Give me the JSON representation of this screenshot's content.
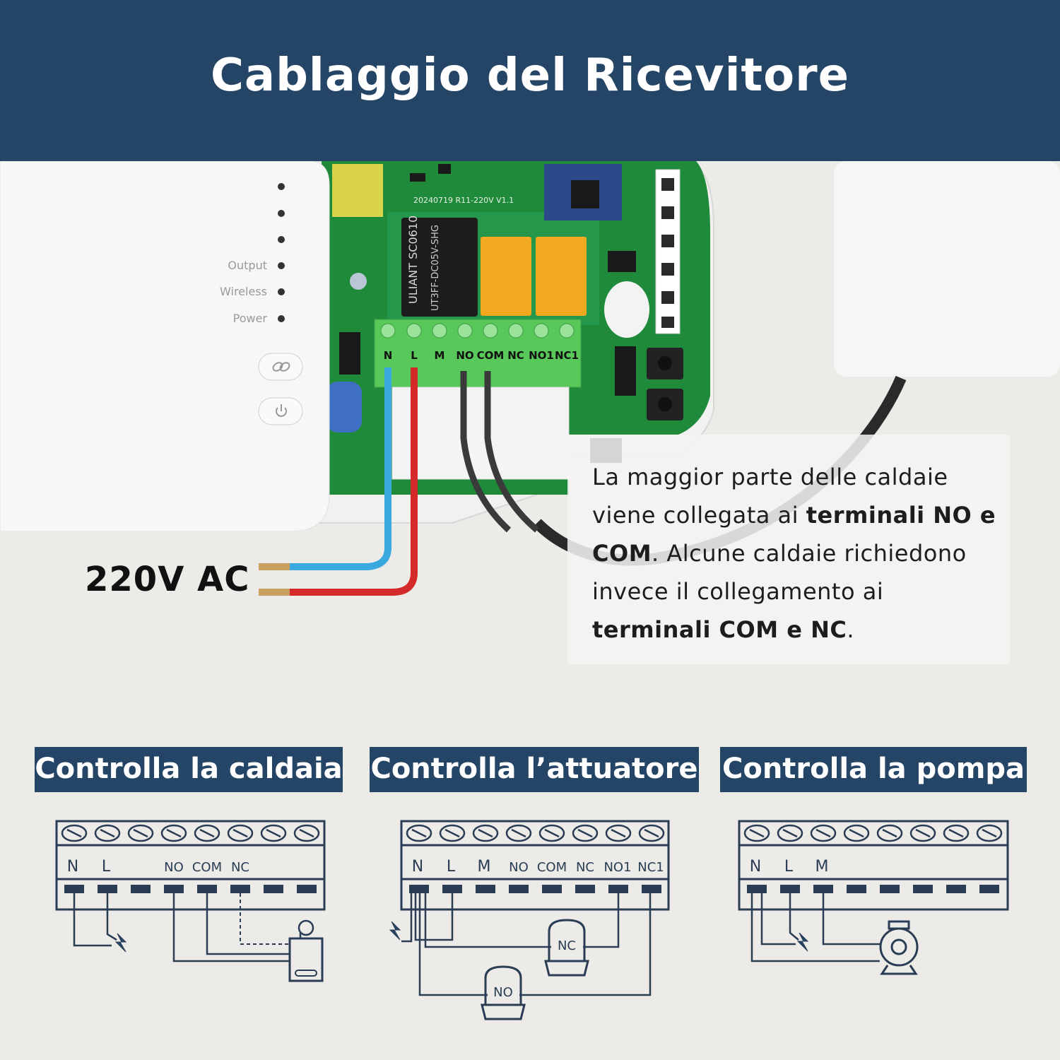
{
  "title": "Cablaggio del Ricevitore",
  "device": {
    "leds": [
      "Output",
      "Wireless",
      "Power"
    ],
    "terminal_labels": [
      "N",
      "L",
      "M",
      "NO",
      "COM",
      "NC",
      "NO1",
      "NC1"
    ],
    "pcb_text": "20240719 R11-220V V1.1"
  },
  "voltage_label": "220V AC",
  "note": {
    "p1": "La maggior parte delle caldaie viene collegata ai ",
    "b1": "terminali NO e COM",
    "p2": ". Alcune caldaie richiedono invece il collegamento ai ",
    "b2": "terminali COM e NC",
    "p3": "."
  },
  "panels": [
    {
      "title": "Controlla la caldaia",
      "labels": [
        "N",
        "L",
        "NO",
        "COM",
        "NC"
      ]
    },
    {
      "title": "Controlla l’attuatore",
      "labels": [
        "N",
        "L",
        "M",
        "NO",
        "COM",
        "NC",
        "NO1",
        "NC1"
      ],
      "actuator_nc": "NC",
      "actuator_no": "NO"
    },
    {
      "title": "Controlla la pompa",
      "labels": [
        "N",
        "L",
        "M"
      ]
    }
  ],
  "colors": {
    "header": "#254567",
    "wire_neutral": "#3aa9e0",
    "wire_live": "#d42a2a",
    "pcb": "#1f8a3a",
    "terminal_block": "#58c85a"
  }
}
